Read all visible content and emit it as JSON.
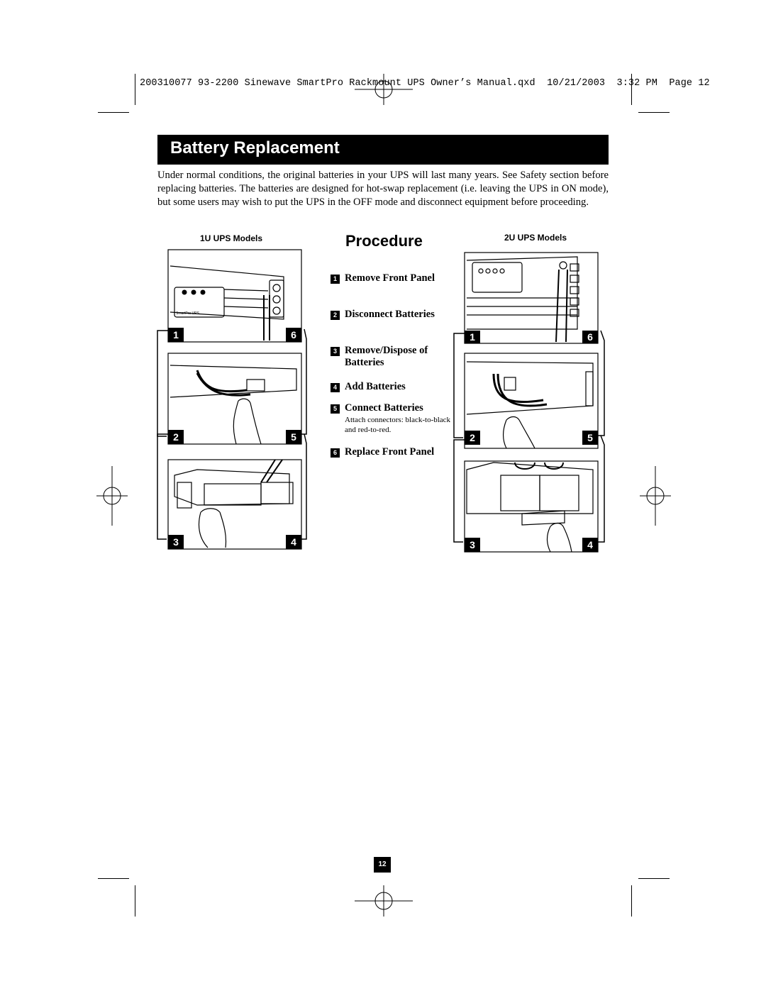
{
  "slug": "200310077 93-2200 Sinewave SmartPro Rackmount UPS Owner’s Manual.qxd  10/21/2003  3:32 PM  Page 12",
  "section_title": "Battery Replacement",
  "intro": "Under normal conditions, the original batteries in your UPS will last many years. See Safety section before replacing batteries. The batteries are designed for hot-swap replacement (i.e. leaving the UPS in ON mode), but some users may wish to put the UPS in the OFF mode and disconnect equipment before proceeding.",
  "left_models_label": "1U UPS Models",
  "right_models_label": "2U UPS Models",
  "procedure_title": "Procedure",
  "steps": [
    {
      "num": "1",
      "label": "Remove Front Panel"
    },
    {
      "num": "2",
      "label": "Disconnect Batteries"
    },
    {
      "num": "3",
      "label": "Remove/Dispose of Batteries"
    },
    {
      "num": "4",
      "label": "Add Batteries"
    },
    {
      "num": "5",
      "label": "Connect Batteries",
      "note": "Attach connectors: black-to-black and red-to-red."
    },
    {
      "num": "6",
      "label": "Replace Front Panel"
    }
  ],
  "panel_badges": {
    "a": "1",
    "b": "6",
    "c": "2",
    "d": "5",
    "e": "3",
    "f": "4"
  },
  "device_brand": "SmartPro UPS",
  "page_number": "12"
}
